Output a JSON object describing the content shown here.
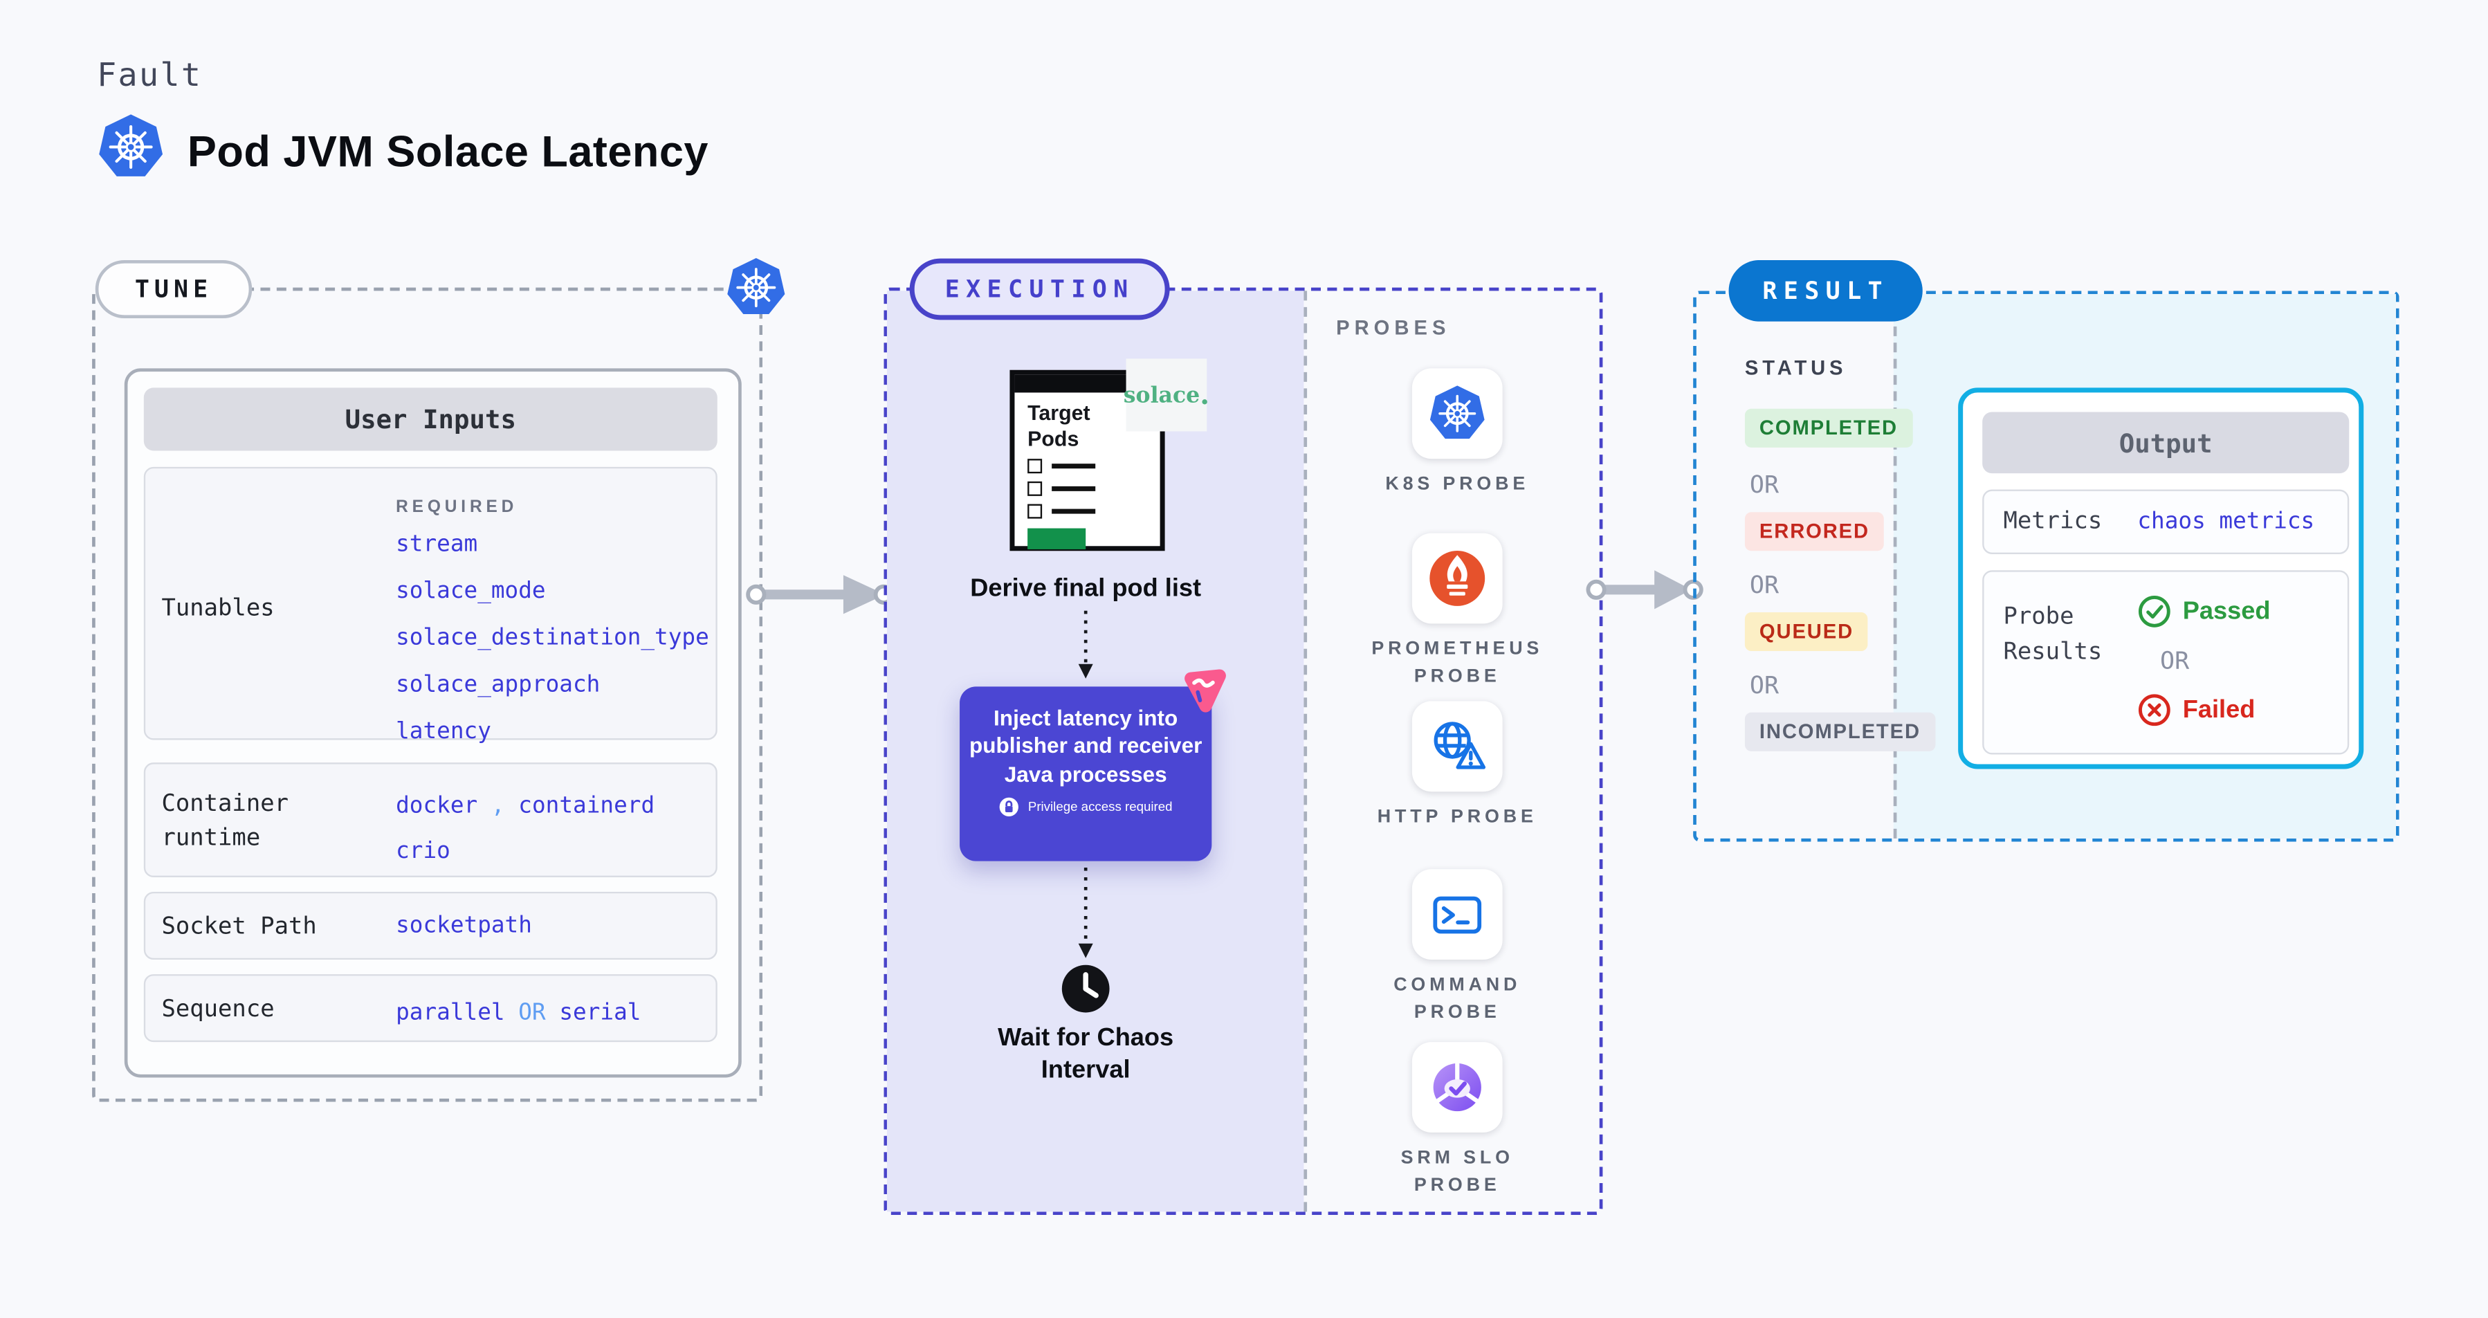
{
  "colors": {
    "page_bg": "#f8f9fc",
    "kubernetes_blue": "#326de6",
    "tune_dash_gray": "#9aa2af",
    "execution_accent": "#4843c9",
    "execution_fill": "#e4e5f9",
    "inject_box_bg": "#4b46d3",
    "result_pill_blue": "#0b76d0",
    "result_dash_blue": "#2285d3",
    "result_fill_cyan": "#e9f6fc",
    "output_border_cyan": "#12aee4",
    "value_blue": "#3a39d9",
    "value_light_blue": "#5f9df2",
    "completed_green": "#1e7e36",
    "errored_red": "#c3271e",
    "queued_text_red": "#ba2a17",
    "passed_green": "#2c9b40",
    "failed_red": "#d8271e",
    "arrow_gray": "#b5bbc7",
    "prometheus_orange": "#e6522c",
    "solace_green": "#4fb182",
    "chaos_pink": "#fa5a8e",
    "target_pods_green_bar": "#12914b"
  },
  "header": {
    "kicker": "Fault",
    "title": "Pod JVM Solace Latency"
  },
  "tune": {
    "label": "TUNE",
    "user_inputs_title": "User Inputs",
    "required_label": "REQUIRED",
    "tunables_label": "Tunables",
    "tunables": [
      "stream",
      "solace_mode",
      "solace_destination_type",
      "solace_approach",
      "latency"
    ],
    "container_runtime_label": "Container runtime",
    "container_runtime_values": [
      "docker",
      "containerd",
      "crio"
    ],
    "container_runtime_separator": ",",
    "socket_path_label": "Socket Path",
    "socket_path_value": "socketpath",
    "sequence_label": "Sequence",
    "sequence_values": [
      "parallel",
      "serial"
    ],
    "sequence_separator": "OR"
  },
  "execution": {
    "label": "EXECUTION",
    "target_pods_title": "Target Pods",
    "solace_logo_text": "solace",
    "derive_step": "Derive final pod list",
    "inject_step": "Inject latency into publisher and receiver Java processes",
    "inject_note": "Privilege access required",
    "wait_step": "Wait for Chaos Interval"
  },
  "probes": {
    "label": "PROBES",
    "items": [
      {
        "label": "K8S PROBE",
        "icon": "kubernetes-icon"
      },
      {
        "label": "PROMETHEUS PROBE",
        "icon": "prometheus-icon"
      },
      {
        "label": "HTTP PROBE",
        "icon": "http-globe-warning-icon"
      },
      {
        "label": "COMMAND PROBE",
        "icon": "terminal-icon"
      },
      {
        "label": "SRM SLO PROBE",
        "icon": "slo-pie-check-icon"
      }
    ]
  },
  "result": {
    "label": "RESULT",
    "status_label": "STATUS",
    "or_label": "OR",
    "statuses": [
      {
        "label": "COMPLETED",
        "tone": "success"
      },
      {
        "label": "ERRORED",
        "tone": "error"
      },
      {
        "label": "QUEUED",
        "tone": "warning"
      },
      {
        "label": "INCOMPLETED",
        "tone": "neutral"
      }
    ],
    "output": {
      "title": "Output",
      "metrics_label": "Metrics",
      "metrics_value": "chaos metrics",
      "probe_results_label": "Probe Results",
      "passed_label": "Passed",
      "failed_label": "Failed"
    }
  }
}
